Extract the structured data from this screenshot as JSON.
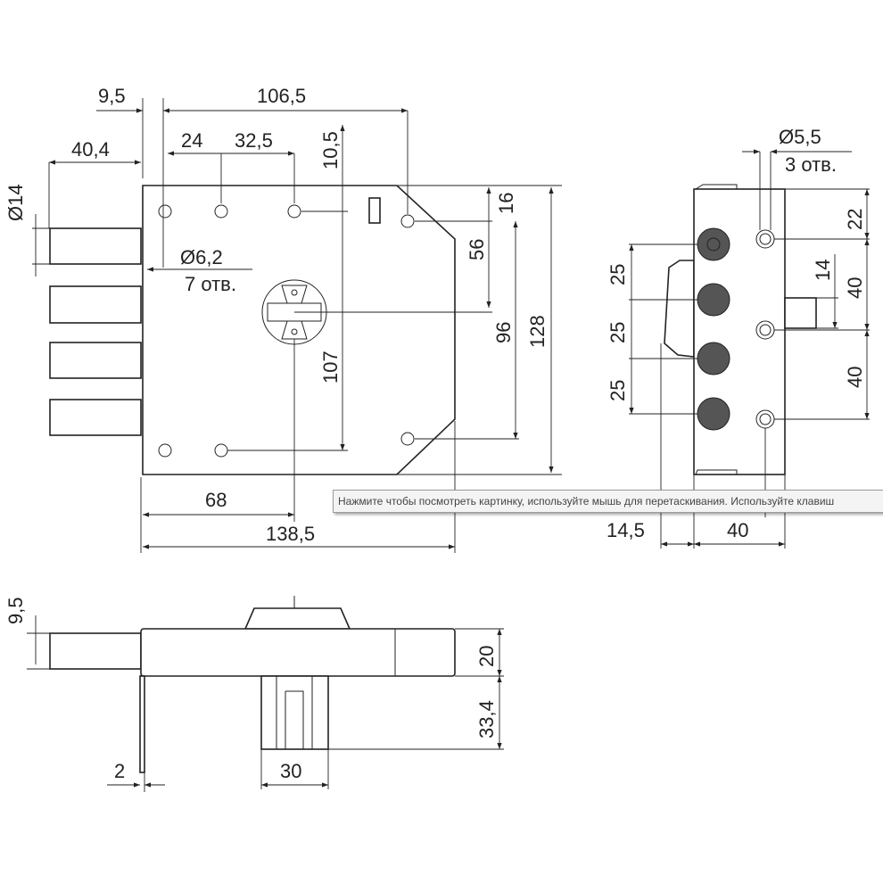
{
  "front_view": {
    "dims": {
      "d9_5": "9,5",
      "d106_5": "106,5",
      "d40_4": "40,4",
      "d24": "24",
      "d32_5": "32,5",
      "d10_5": "10,5",
      "d16": "16",
      "d56": "56",
      "d96": "96",
      "d128": "128",
      "d107": "107",
      "d68": "68",
      "d138_5": "138,5",
      "dia14": "Ø14",
      "dia6_2": "Ø6,2",
      "holes7": "7 отв."
    }
  },
  "side_view": {
    "dims": {
      "dia5_5": "Ø5,5",
      "holes3": "3 отв.",
      "d22": "22",
      "d14": "14",
      "d40a": "40",
      "d40b": "40",
      "d25a": "25",
      "d25b": "25",
      "d25c": "25",
      "d14_5": "14,5",
      "d40c": "40"
    }
  },
  "bottom_view": {
    "dims": {
      "d9_5": "9,5",
      "d20": "20",
      "d33_4": "33,4",
      "d2": "2",
      "d30": "30"
    }
  },
  "tooltip": {
    "text": "Нажмите чтобы посмотреть картинку, используйте мышь для перетаскивания. Используйте клавиш"
  },
  "colors": {
    "line": "#222222",
    "bolt_fill": "#555555",
    "tooltip_bg": "#f4f4f4"
  }
}
